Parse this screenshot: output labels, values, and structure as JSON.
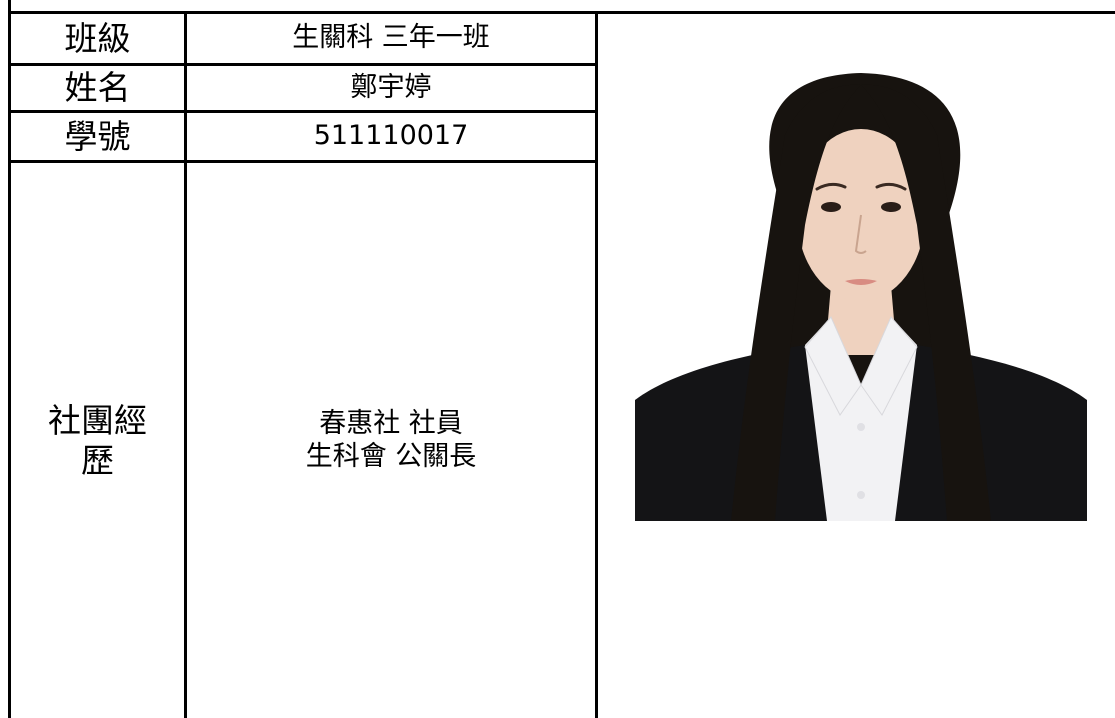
{
  "table": {
    "rows": [
      {
        "label": "班級",
        "value": "生關科 三年一班"
      },
      {
        "label": "姓名",
        "value": "鄭宇婷"
      },
      {
        "label": "學號",
        "value": "511110017"
      }
    ],
    "club": {
      "label_line1": "社團經",
      "label_line2": "歷",
      "value_line1": "春惠社 社員",
      "value_line2": "生科會 公關長"
    }
  },
  "photo": {
    "background_color": "#ffffff",
    "hair_color": "#17130f",
    "skin_color": "#efd2bf",
    "jacket_color": "#141416",
    "shirt_color": "#f2f2f4"
  }
}
